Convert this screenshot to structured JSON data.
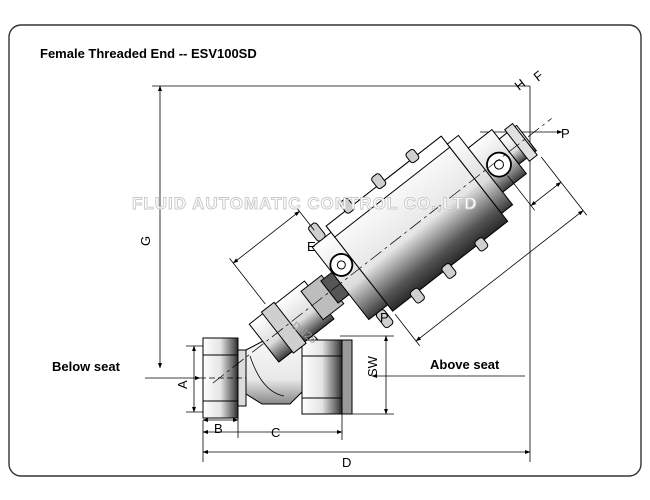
{
  "title": "Female Threaded End -- ESV100SD",
  "labels": {
    "below_seat": "Below seat",
    "above_seat": "Above seat"
  },
  "dimensions": {
    "A": "A",
    "B": "B",
    "C": "C",
    "D": "D",
    "E": "E",
    "F": "F",
    "G": "G",
    "H": "H",
    "P_top": "P",
    "P_bottom": "P",
    "SW": "SW"
  },
  "watermark": "FLUID AUTOMATIC CONTROL CO.,LTD",
  "body_marking": "DN25",
  "colors": {
    "line": "#000000",
    "body_dark": "#2e2e2e",
    "body_mid": "#7a7a7a",
    "body_light": "#f2f2f2",
    "frame": "#333333"
  }
}
